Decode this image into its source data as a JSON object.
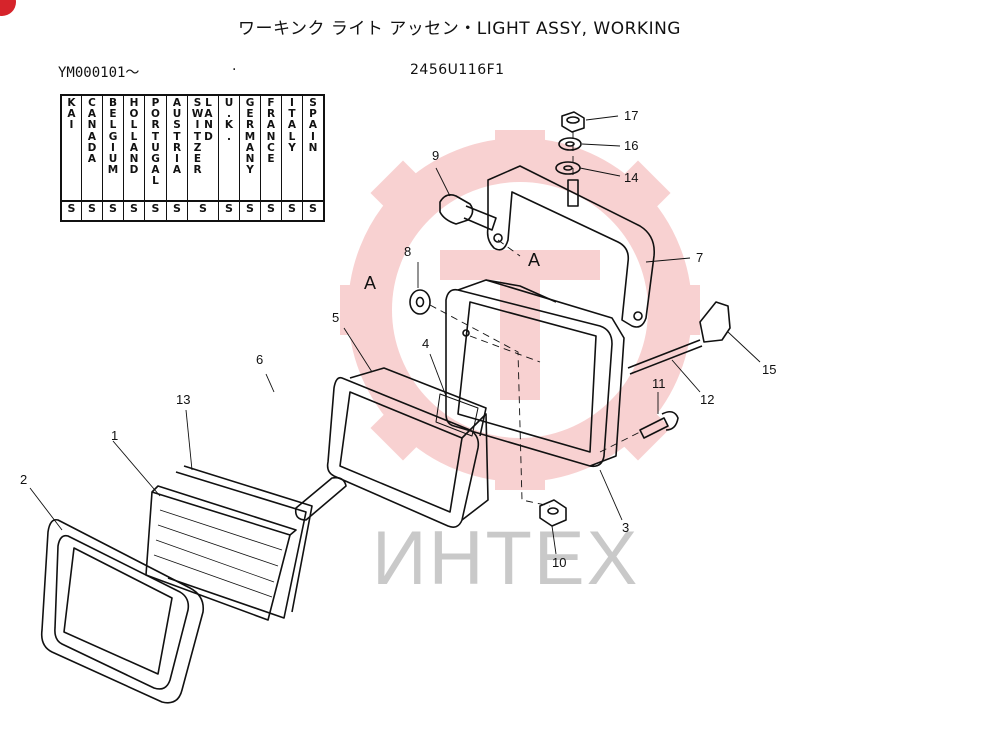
{
  "header": {
    "title": "ワーキンク ライト アッセン・LIGHT ASSY, WORKING",
    "serial": "YM000101～",
    "dot": "·",
    "part_number": "2456U116F1"
  },
  "countries": [
    {
      "name": "KAI",
      "value": "S"
    },
    {
      "name": "CANADA",
      "value": "S"
    },
    {
      "name": "BELGIUM",
      "value": "S"
    },
    {
      "name": "HOLLAND",
      "value": "S"
    },
    {
      "name": "PORTUGAL",
      "value": "S"
    },
    {
      "name": "AUSTRIA",
      "value": "S"
    },
    {
      "name": "SWITZER|LAND",
      "value": "S"
    },
    {
      "name": "U.K.",
      "value": "S"
    },
    {
      "name": "GERMANY",
      "value": "S"
    },
    {
      "name": "FRANCE",
      "value": "S"
    },
    {
      "name": "ITALY",
      "value": "S"
    },
    {
      "name": "SPAIN",
      "value": "S"
    }
  ],
  "diagram": {
    "callouts": [
      "1",
      "2",
      "3",
      "4",
      "5",
      "6",
      "7",
      "8",
      "9",
      "10",
      "11",
      "12",
      "13",
      "14",
      "15",
      "16",
      "17"
    ],
    "ref_marks": [
      "A",
      "A"
    ],
    "watermark": "ИНТЕХ",
    "colors": {
      "watermark_logo": "#f7c9c9",
      "watermark_text": "#c9c9c9",
      "corner_mark": "#d6242b",
      "line": "#111111"
    }
  }
}
